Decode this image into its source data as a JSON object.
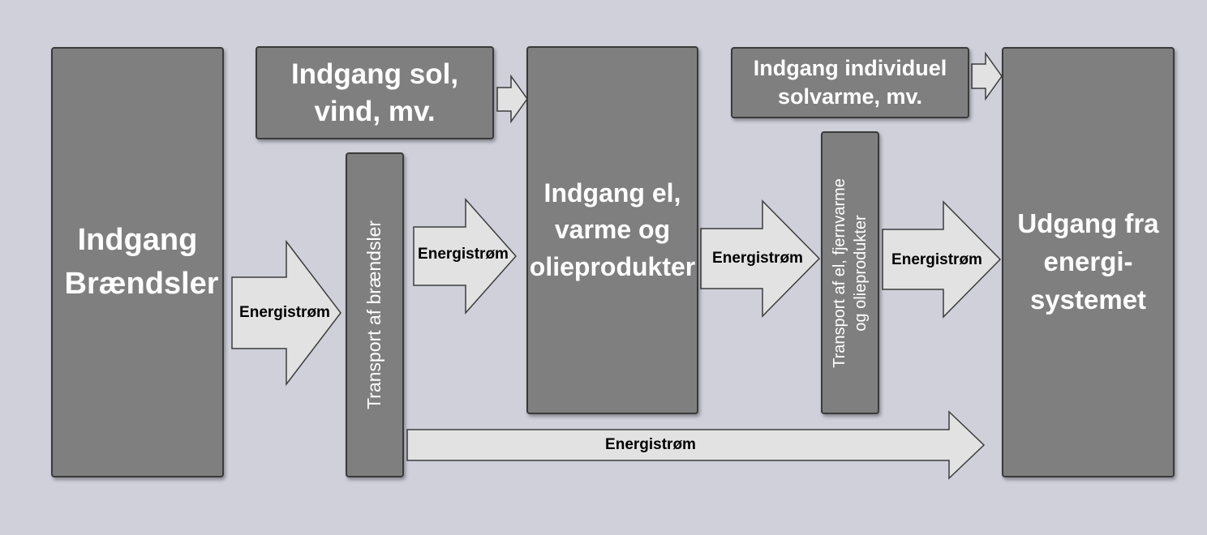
{
  "boxes": {
    "fuels_input": "Indgang Brændsler",
    "solar_wind_input": "Indgang sol, vind, mv.",
    "fuel_transport": "Transport af brændsler",
    "el_heat_oil_input": "Indgang el, varme og olieprodukter",
    "individual_solar_input": "Indgang individuel solvarme, mv.",
    "el_heat_oil_transport_line1": "Transport af el, fjernvarme",
    "el_heat_oil_transport_line2": "og olieprodukter",
    "system_output": "Udgang fra energi-systemet"
  },
  "arrows": {
    "flow_1": "Energistrøm",
    "flow_2": "Energistrøm",
    "flow_3": "Energistrøm",
    "flow_4": "Energistrøm",
    "flow_bottom": "Energistrøm"
  },
  "colors": {
    "background": "#cfd0da",
    "box_fill": "#7f7f7f",
    "box_border": "#3a3a3a",
    "arrow_fill": "#e2e2e2",
    "arrow_stroke": "#3c3c3c"
  }
}
